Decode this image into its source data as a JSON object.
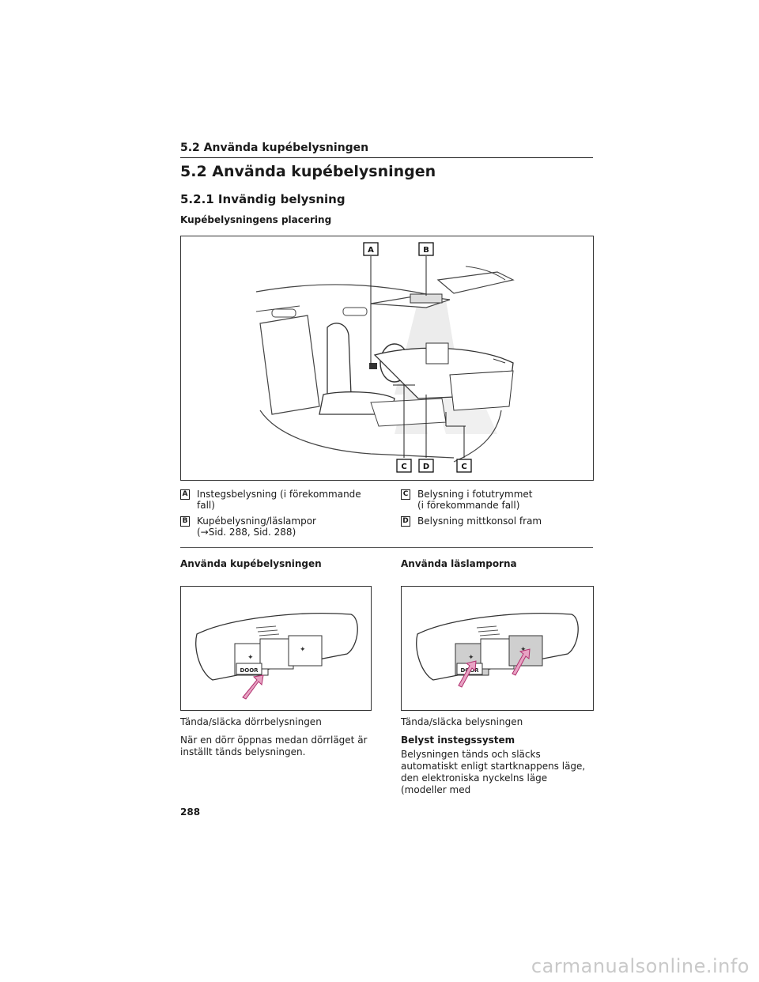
{
  "header": {
    "running_title": "5.2 Använda kupébelysningen"
  },
  "section": {
    "title": "5.2 Använda kupébelysningen",
    "subsection": "5.2.1 Invändig belysning",
    "figure_heading": "Kupébelysningens placering"
  },
  "figure_labels": {
    "a": "A",
    "b": "B",
    "c": "C",
    "d": "D"
  },
  "legend": [
    {
      "key": "A",
      "text": "Instegsbelysning (i förekommande\nfall)"
    },
    {
      "key": "B",
      "text": "Kupébelysning/läslampor\n(→Sid. 288, Sid. 288)"
    },
    {
      "key": "C",
      "text": "Belysning i fotutrymmet\n(i förekommande fall)"
    },
    {
      "key": "D",
      "text": "Belysning mittkonsol fram"
    }
  ],
  "left_col": {
    "heading": "Använda kupébelysningen",
    "switch_label": "DOOR",
    "caption": "Tända/släcka dörrbelysningen",
    "body": "När en dörr öppnas medan dörrläget är inställt tänds belysningen."
  },
  "right_col": {
    "heading": "Använda läslamporna",
    "switch_label": "DOOR",
    "caption": "Tända/släcka belysningen",
    "subheading": "Belyst instegssystem",
    "body": "Belysningen tänds och släcks automatiskt enligt startknappens läge, den elektroniska nyckelns läge (modeller med"
  },
  "page_number": "288",
  "watermark": "carmanualsonline.info",
  "colors": {
    "highlight": "#e8a3c4",
    "highlight_stroke": "#b0306e"
  }
}
